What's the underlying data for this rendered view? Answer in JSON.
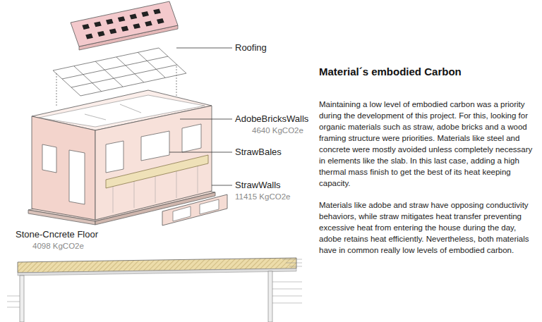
{
  "diagram": {
    "title": "Material´s embodied Carbon",
    "labels": [
      "Roofing",
      "AdobeBricksWalls",
      "4640 KgCO2e",
      "StrawBales",
      "StrawWalls",
      "11415 KgCO2e",
      "Stone-Cncrete Floor",
      "4098 KgCO2e",
      "Maintaining a low level of embodied carbon was a priority during the development of this project. For this, looking for organic materials such as straw, adobe bricks and a wood framing structure were priorities. Materials like steel and concrete were mostly avoided unless completely necessary in elements like the slab. In this last case, adding a high thermal mass finish to get the best of its heat keeping capacity.",
      "Materials like adobe and straw have opposing conductivity behaviors, while straw mitigates heat transfer preventing excessive heat from entering the house during the day, adobe retains heat efficiently. Nevertheless, both materials have in common really low levels of embodied carbon."
    ]
  }
}
